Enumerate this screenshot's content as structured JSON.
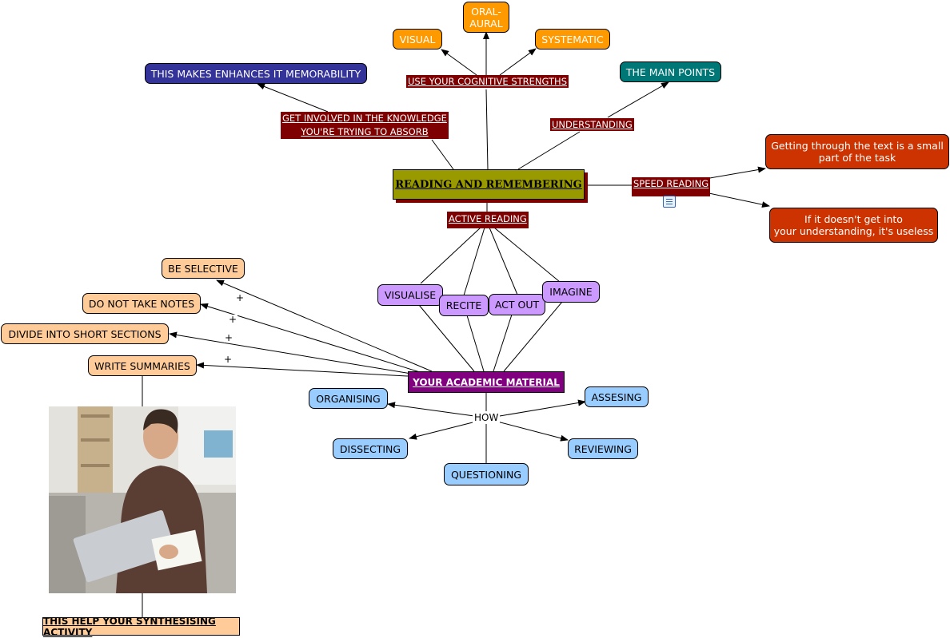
{
  "concept_map": {
    "root": "READING AND REMEMBERING",
    "upper_branches": {
      "cognitive_link": "USE YOUR COGNITIVE STRENGTHS",
      "visual": "VISUAL",
      "oral_aural": "ORAL-\nAURAL",
      "systematic": "SYSTEMATIC",
      "involved_link": "GET INVOLVED IN THE KNOWLEDGE\nYOU'RE TRYING TO ABSORB",
      "memorability": "THIS MAKES ENHANCES IT MEMORABILITY",
      "understanding_link": "UNDERSTANDING",
      "main_points": "THE MAIN POINTS",
      "speed_link": "SPEED READING",
      "speed_point_1": "Getting through the text is a small part of the task",
      "speed_point_2": "If it doesn't get into\nyour understanding, it's useless"
    },
    "active_reading": {
      "link": "ACTIVE READING",
      "visualise": "VISUALISE",
      "recite": "RECITE",
      "act_out": "ACT OUT",
      "imagine": "IMAGINE"
    },
    "academic_material": "YOUR ACADEMIC MATERIAL",
    "tips": {
      "be_selective": "BE SELECTIVE",
      "no_notes": "DO NOT TAKE NOTES",
      "divide": "DIVIDE INTO SHORT SECTIONS",
      "summaries": "WRITE SUMMARIES",
      "plus": "+"
    },
    "how": {
      "label": "HOW",
      "organising": "ORGANISING",
      "assesing": "ASSESING",
      "dissecting": "DISSECTING",
      "reviewing": "REVIEWING",
      "questioning": "QUESTIONING"
    },
    "synthesis": "THIS HELP YOUR SYNTHESISING ACTIVITY",
    "icons": [
      "note-icon",
      "photo-man-with-laptop"
    ]
  }
}
